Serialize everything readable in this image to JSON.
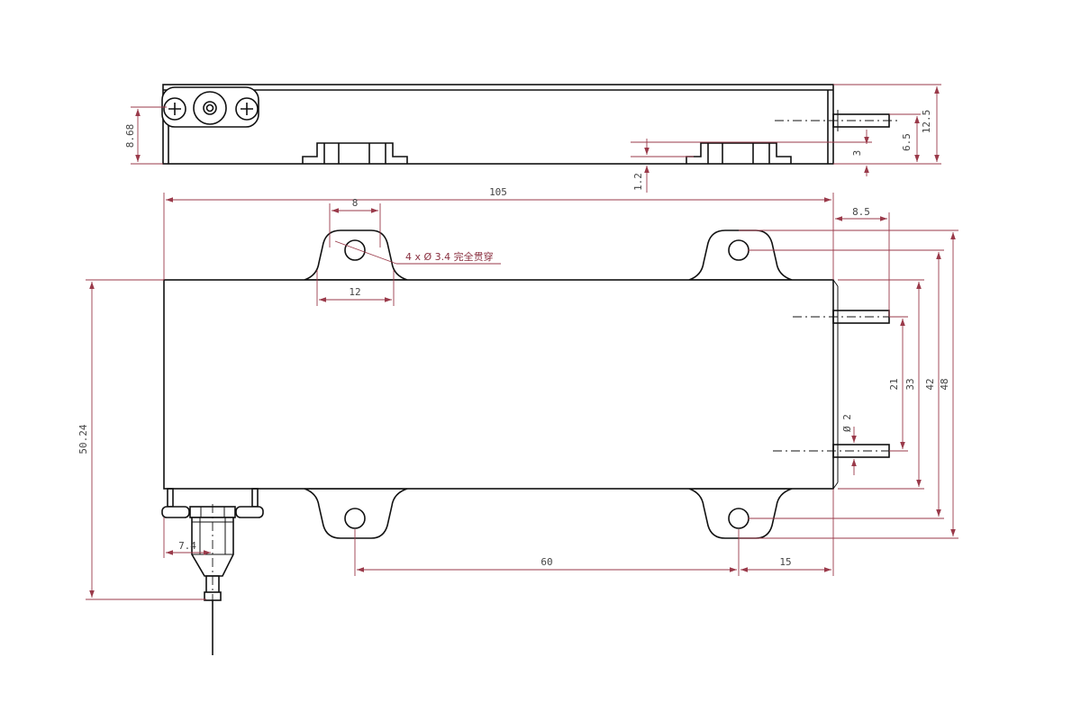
{
  "dimensions": {
    "d_105": "105",
    "d_8": "8",
    "d_8_5": "8.5",
    "d_12": "12",
    "d_hole_note": "4 x Ø 3.4 完全贯穿",
    "d_21": "21",
    "d_33": "33",
    "d_42": "42",
    "d_48": "48",
    "d_phi2": "Ø 2",
    "d_50_24": "50.24",
    "d_7_4": "7.4",
    "d_60": "60",
    "d_15": "15",
    "d_8_68": "8.68",
    "d_12_5": "12.5",
    "d_6_5": "6.5",
    "d_3": "3",
    "d_1_2": "1.2"
  },
  "colors": {
    "object_line": "#111111",
    "dimension_line": "#9a3a4a",
    "dimension_text": "#444444"
  }
}
